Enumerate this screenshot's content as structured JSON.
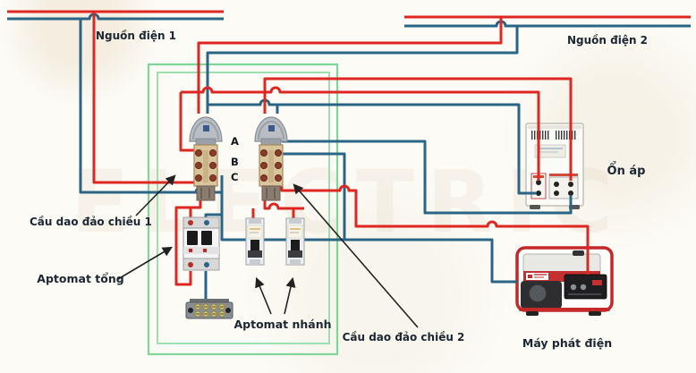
{
  "diagram": {
    "title_context": "wiring-diagram",
    "labels": {
      "source1": "Nguồn điện 1",
      "source2": "Nguồn điện 2",
      "stabilizer": "Ổn áp",
      "changeover1": "Cầu dao đảo chiều 1",
      "changeover2": "Cầu dao đảo chiều 2",
      "main_breaker": "Aptomat tổng",
      "branch_breaker": "Aptomat nhánh",
      "generator": "Máy phát điện",
      "phase_a": "A",
      "phase_b": "B",
      "phase_c": "C"
    },
    "colors": {
      "live_wire": "#df2721",
      "neutral_wire": "#2a6586",
      "enclosure_green": "#7fd698",
      "label_text": "#1c2733",
      "generator_frame": "#c42828"
    }
  }
}
